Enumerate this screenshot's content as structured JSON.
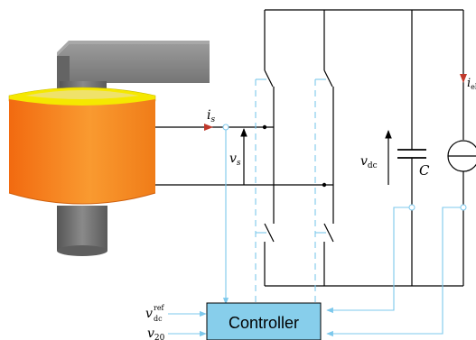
{
  "labels": {
    "i_s": "i",
    "i_s_sub": "s",
    "v_s": "v",
    "v_s_sub": "s",
    "v_dc": "v",
    "v_dc_sub": "dc",
    "capacitor": "C",
    "i_el": "i",
    "i_el_sub": "el",
    "v_ref": "v",
    "v_ref_sup": "ref",
    "v_ref_sub": "dc",
    "v_20": "v",
    "v_20_sub": "20"
  },
  "controller": {
    "label": "Controller"
  },
  "colors": {
    "coil_orange": "#f7891e",
    "coil_yellow": "#f5e800",
    "core_gray": "#7a7a7a",
    "controller_fill": "#87ceeb",
    "signal_blue": "#7cc8ec",
    "arrow_red": "#c0392b"
  }
}
